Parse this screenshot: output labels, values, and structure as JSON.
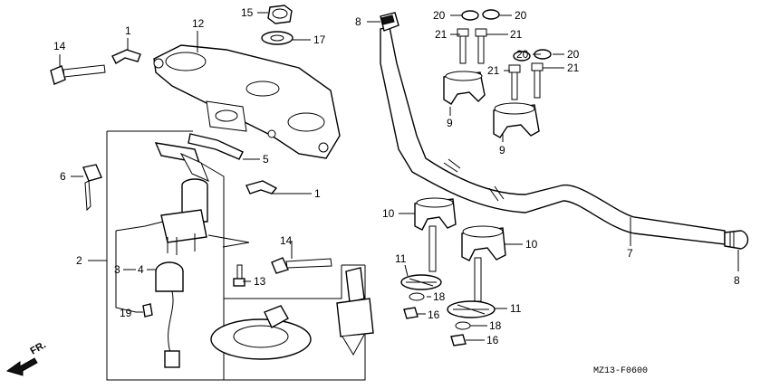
{
  "diagram": {
    "code": "MZ13-F0600",
    "direction": "FR."
  },
  "labels": [
    {
      "id": "l8a",
      "text": "8"
    },
    {
      "id": "l8b",
      "text": "8"
    },
    {
      "id": "l20a",
      "text": "20"
    },
    {
      "id": "l20b",
      "text": "20"
    },
    {
      "id": "l20c",
      "text": "20"
    },
    {
      "id": "l20d",
      "text": "20"
    },
    {
      "id": "l21a",
      "text": "21"
    },
    {
      "id": "l21b",
      "text": "21"
    },
    {
      "id": "l21c",
      "text": "21"
    },
    {
      "id": "l21d",
      "text": "21"
    },
    {
      "id": "l9a",
      "text": "9"
    },
    {
      "id": "l9b",
      "text": "9"
    },
    {
      "id": "l10a",
      "text": "10"
    },
    {
      "id": "l10b",
      "text": "10"
    },
    {
      "id": "l11a",
      "text": "11"
    },
    {
      "id": "l11b",
      "text": "11"
    },
    {
      "id": "l18a",
      "text": "18"
    },
    {
      "id": "l18b",
      "text": "18"
    },
    {
      "id": "l16a",
      "text": "16"
    },
    {
      "id": "l16b",
      "text": "16"
    },
    {
      "id": "l7",
      "text": "7"
    },
    {
      "id": "l15",
      "text": "15"
    },
    {
      "id": "l17",
      "text": "17"
    },
    {
      "id": "l12",
      "text": "12"
    },
    {
      "id": "l14a",
      "text": "14"
    },
    {
      "id": "l14b",
      "text": "14"
    },
    {
      "id": "l1a",
      "text": "1"
    },
    {
      "id": "l1b",
      "text": "1"
    },
    {
      "id": "l5",
      "text": "5"
    },
    {
      "id": "l6",
      "text": "6"
    },
    {
      "id": "l2",
      "text": "2"
    },
    {
      "id": "l3",
      "text": "3"
    },
    {
      "id": "l4",
      "text": "4"
    },
    {
      "id": "l13",
      "text": "13"
    },
    {
      "id": "l19",
      "text": "19"
    }
  ]
}
